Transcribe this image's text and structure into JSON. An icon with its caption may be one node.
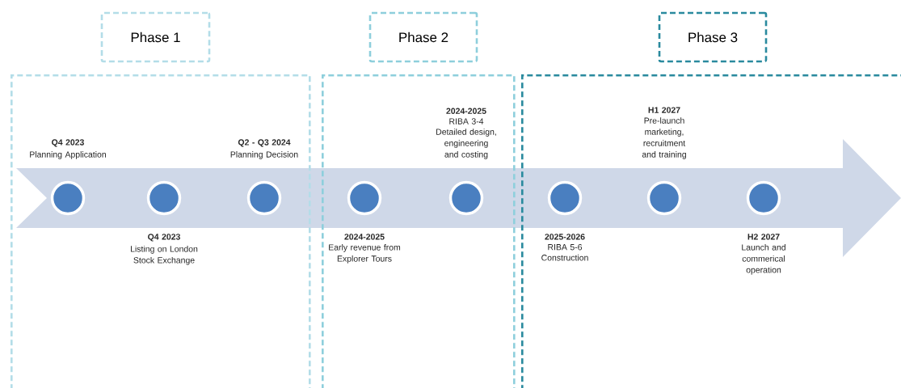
{
  "diagram": {
    "nodes": [
      {
        "text": [
          "Phase 1"
        ]
      },
      {
        "text": [
          "Phase 2"
        ]
      },
      {
        "text": [
          "Phase 3"
        ]
      },
      {
        "text": [],
        "shape": "circle",
        "in": 0,
        "beside": [
          "Q4 2023",
          "Planning Application"
        ]
      },
      {
        "text": [],
        "shape": "circle",
        "in": 0,
        "beside": [
          "Q4 2023",
          "Listing on London Stock Exchange"
        ]
      },
      {
        "text": [],
        "shape": "circle",
        "in": 0,
        "beside": [
          "Q2 - Q3 2024",
          "Planning Decision"
        ]
      },
      {
        "text": [],
        "shape": "circle",
        "in": 1,
        "beside": [
          "2024-2025",
          "Early revenue from Explorer Tours"
        ]
      },
      {
        "text": [],
        "shape": "circle",
        "in": 1,
        "beside": [
          "2024-2025",
          "RIBA 3-4",
          "Detailed design, engineering and costing"
        ]
      },
      {
        "text": [],
        "shape": "circle",
        "in": 2,
        "beside": [
          "2025-2026",
          "RIBA 5-6",
          "Construction"
        ]
      },
      {
        "text": [],
        "shape": "circle",
        "in": 2,
        "beside": [
          "H1 2027",
          "Pre-launch marketing, recruitment and training"
        ]
      },
      {
        "text": [],
        "shape": "circle",
        "in": 2,
        "beside": [
          "H2 2027",
          "Launch and commerical operation"
        ]
      }
    ]
  }
}
